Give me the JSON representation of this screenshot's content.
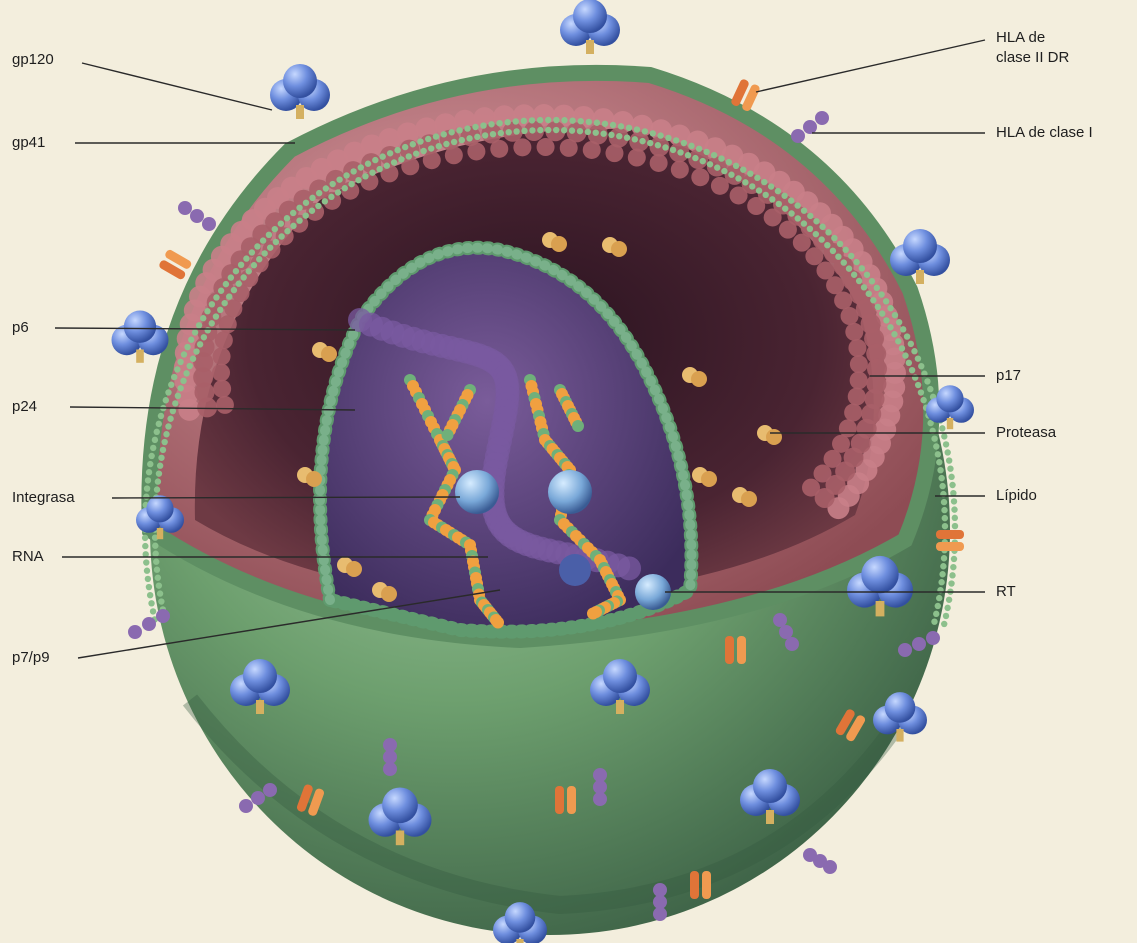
{
  "labels": {
    "gp120": "gp120",
    "gp41": "gp41",
    "p6": "p6",
    "p24": "p24",
    "integrasa": "Integrasa",
    "rna": "RNA",
    "p7p9": "p7/p9",
    "hla_ii_line1": "HLA de",
    "hla_ii_line2": "clase II DR",
    "hla_i": "HLA de clase I",
    "p17": "p17",
    "proteasa": "Proteasa",
    "lipido": "Lípido",
    "rt": "RT"
  },
  "colors": {
    "background": "#f3eedd",
    "envelope": "#6fa06a",
    "matrix": "#b36a6f",
    "capsid": "#8a6aa8",
    "nucleocapsid": "#f0a040",
    "glycoprotein": "#5c80cf",
    "hla_class_ii": "#e07438",
    "hla_class_i": "#8a6ab0",
    "enzyme": "#e8bc70"
  }
}
